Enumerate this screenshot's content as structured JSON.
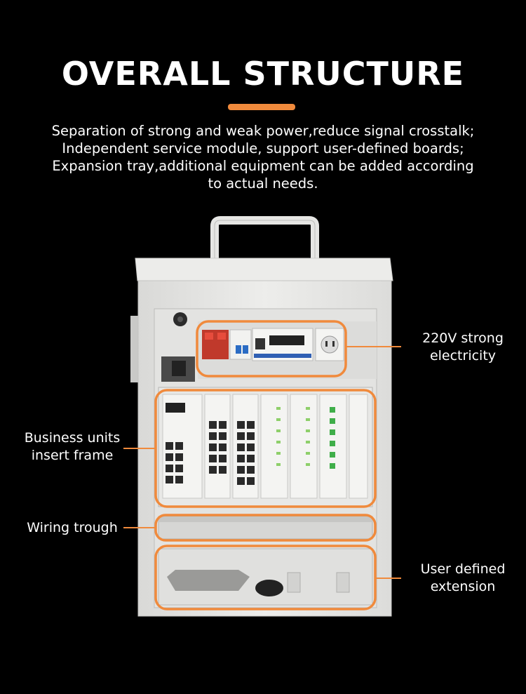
{
  "title": "OVERALL STRUCTURE",
  "description": [
    "Separation of strong and weak power,reduce signal crosstalk;",
    "Independent service module, support user-defined boards;",
    "Expansion tray,additional equipment can be added according",
    "to actual needs."
  ],
  "labels": {
    "strong_electricity": [
      "220V strong",
      "electricity"
    ],
    "business_units": [
      "Business units",
      "insert frame"
    ],
    "wiring_trough": "Wiring trough",
    "user_extension": [
      "User defined",
      "extension"
    ]
  },
  "colors": {
    "background": "#000000",
    "accent": "#f08a3c",
    "cabinet": "#e9e9e7",
    "text": "#ffffff"
  }
}
